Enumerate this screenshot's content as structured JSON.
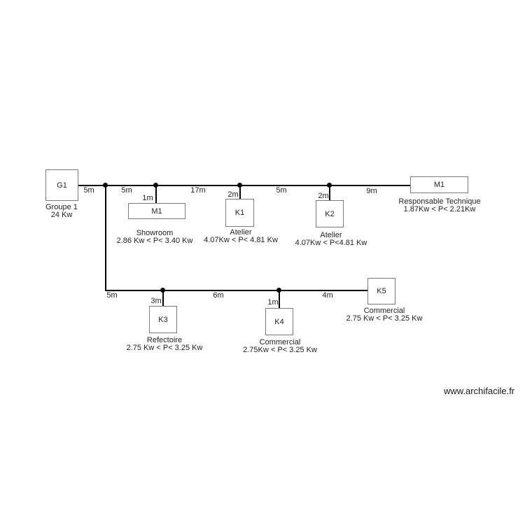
{
  "diagram": {
    "title": "Electrical distribution one-line diagram",
    "colors": {
      "background": "#ffffff",
      "line": "#000000",
      "box_border": "#7a7a7a",
      "text": "#222222"
    },
    "nodes": {
      "g1": {
        "id": "G1",
        "caption_name": "Groupe 1",
        "caption_power": "24 Kw"
      },
      "m1s": {
        "id": "M1",
        "caption_name": "Showroom",
        "caption_power": "2.86 Kw < P< 3.40 Kw"
      },
      "k1": {
        "id": "K1",
        "caption_name": "Atelier",
        "caption_power": "4.07Kw < P< 4.81 Kw"
      },
      "k2": {
        "id": "K2",
        "caption_name": "Atelier",
        "caption_power": "4.07Kw < P<4.81 Kw"
      },
      "m1r": {
        "id": "M1",
        "caption_name": "Responsable Technique",
        "caption_power": "1.87Kw < P< 2.21Kw"
      },
      "k3": {
        "id": "K3",
        "caption_name": "Refectoire",
        "caption_power": "2.75 Kw < P< 3.25 Kw"
      },
      "k4": {
        "id": "K4",
        "caption_name": "Commercial",
        "caption_power": "2.75Kw < P< 3.25 Kw"
      },
      "k5": {
        "id": "K5",
        "caption_name": "Commercial",
        "caption_power": "2.75 Kw < P< 3.25 Kw"
      }
    },
    "edge_labels": {
      "g1_to_j1": "5m",
      "j1_to_j2": "5m",
      "j2_to_j3": "17m",
      "j3_to_j4": "5m",
      "j4_to_m1r": "9m",
      "m1s_drop": "1m",
      "k1_drop": "2m",
      "k2_drop": "2m",
      "branch_down": "5m",
      "k3_drop": "3m",
      "j5_to_j6": "6m",
      "k4_drop": "1m",
      "j6_to_k5": "4m"
    },
    "watermark": "www.archifacile.fr"
  }
}
